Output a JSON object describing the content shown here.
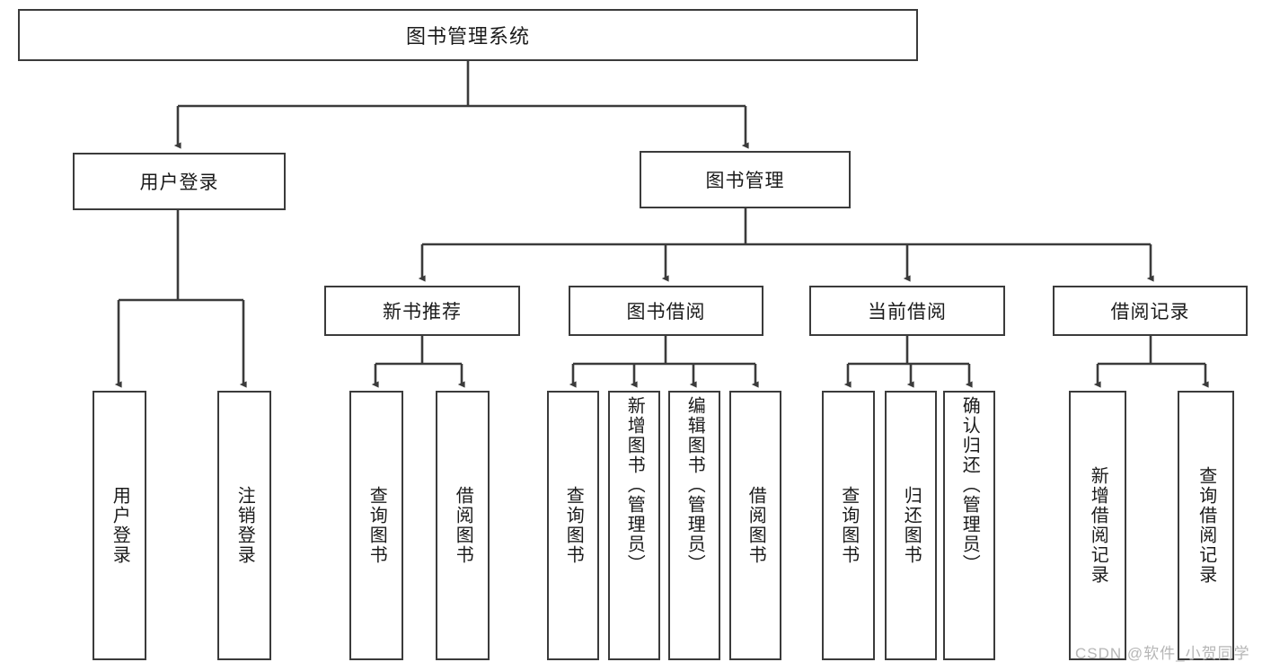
{
  "diagram": {
    "title": "图书管理系统",
    "type": "tree-hierarchy-chart",
    "root": {
      "label": "图书管理系统"
    },
    "level2": [
      {
        "label": "用户登录"
      },
      {
        "label": "图书管理"
      }
    ],
    "level3": [
      {
        "label": "新书推荐"
      },
      {
        "label": "图书借阅"
      },
      {
        "label": "当前借阅"
      },
      {
        "label": "借阅记录"
      }
    ],
    "leaves": {
      "user_login": [
        {
          "label": "用户登录"
        },
        {
          "label": "注销登录"
        }
      ],
      "new_book_recommend": [
        {
          "label": "查询图书"
        },
        {
          "label": "借阅图书"
        }
      ],
      "book_borrow": [
        {
          "label": "查询图书"
        },
        {
          "label": "新增图书（管理员）"
        },
        {
          "label": "编辑图书（管理员）"
        },
        {
          "label": "借阅图书"
        }
      ],
      "current_borrow": [
        {
          "label": "查询图书"
        },
        {
          "label": "归还图书"
        },
        {
          "label": "确认归还（管理员）"
        }
      ],
      "borrow_record": [
        {
          "label": "新增借阅记录"
        },
        {
          "label": "查询借阅记录"
        }
      ]
    }
  },
  "watermark": {
    "text": "CSDN @软件_小贺同学"
  },
  "colors": {
    "stroke": "#3b3b3b",
    "text": "#1b1b1b",
    "background": "#ffffff",
    "watermark": "#b6b6b6"
  }
}
